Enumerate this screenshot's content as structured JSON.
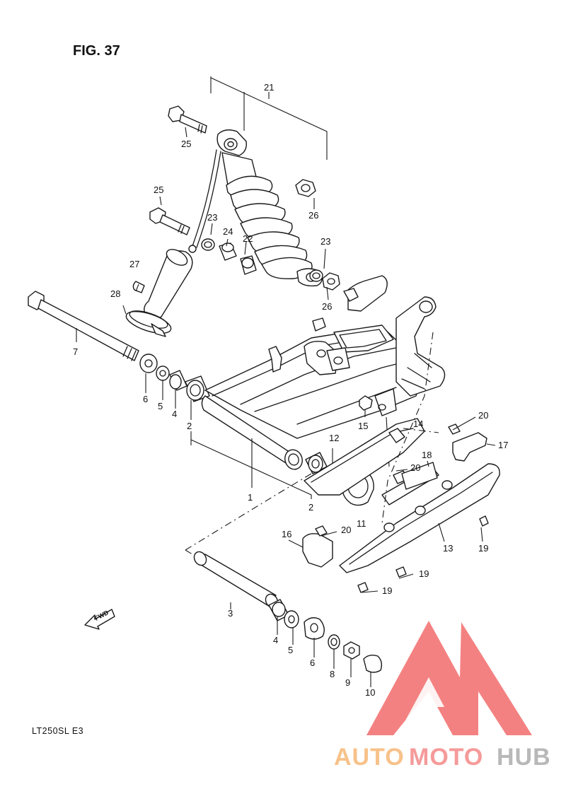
{
  "figure_title": "FIG. 37",
  "model_code": "LT250SL E3",
  "fwd_arrow_text": "FWD",
  "watermark": {
    "part1": "AUTO",
    "part2": "MOTO",
    "part3": "HUB"
  },
  "callouts": {
    "c21": "21",
    "c25a": "25",
    "c25b": "25",
    "c26a": "26",
    "c26b": "26",
    "c23a": "23",
    "c23b": "23",
    "c24": "24",
    "c22": "22",
    "c27": "27",
    "c28": "28",
    "c7": "7",
    "c6a": "6",
    "c5a": "5",
    "c4a": "4",
    "c2a": "2",
    "c2b": "2",
    "c1": "1",
    "c12": "12",
    "c11": "11",
    "c15": "15",
    "c14": "14",
    "c20a": "20",
    "c20b": "20",
    "c20c": "20",
    "c17": "17",
    "c18": "18",
    "c13": "13",
    "c19a": "19",
    "c19b": "19",
    "c19c": "19",
    "c16": "16",
    "c3": "3",
    "c4b": "4",
    "c5b": "5",
    "c6b": "6",
    "c8": "8",
    "c9": "9",
    "c10": "10"
  },
  "colors": {
    "line": "#1a1a1a",
    "watermark_red": "#f36c6c",
    "watermark_orange": "#f7c28a",
    "watermark_gray": "#b8b8b8"
  }
}
